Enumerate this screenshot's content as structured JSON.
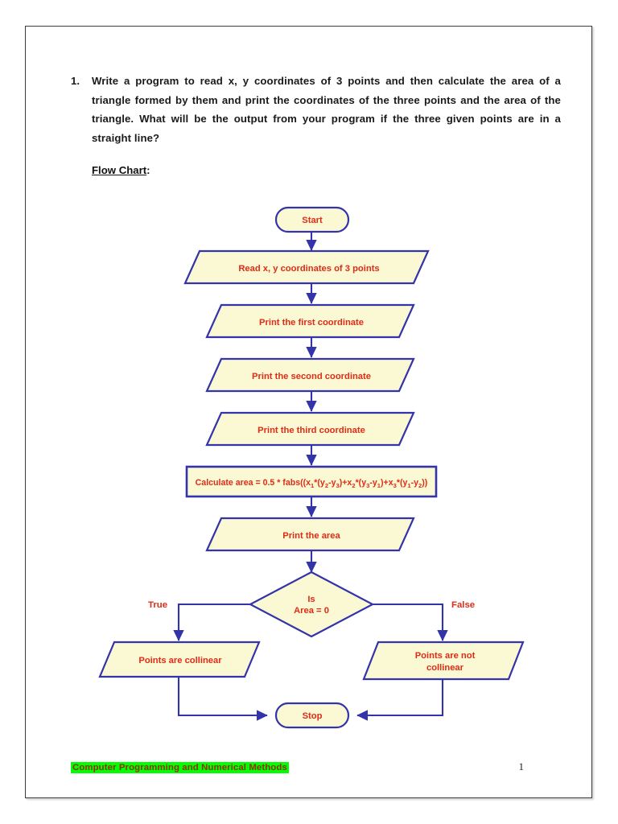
{
  "document": {
    "question": {
      "number": "1.",
      "text": "Write a program to read x, y coordinates of 3 points and then calculate the area of a triangle formed by them and print the coordinates of the three points and the area of the triangle. What will be the output from your program if the three given points are in a straight line?"
    },
    "section_label": "Flow Chart",
    "section_label_suffix": ":"
  },
  "flowchart": {
    "nodes": {
      "start": "Start",
      "read": "Read x, y coordinates of 3 points",
      "print_first": "Print the first coordinate",
      "print_second": "Print the second coordinate",
      "print_third": "Print the third coordinate",
      "calculate": {
        "prefix": "Calculate area = 0.5 * fabs((x",
        "s1": "1",
        "p1": "*(y",
        "s2": "2",
        "p2": "-y",
        "s3": "3",
        "p3": ")+x",
        "s4": "2",
        "p4": "*(y",
        "s5": "3",
        "p5": "-y",
        "s6": "1",
        "p6": ")+x",
        "s7": "3",
        "p7": "*(y",
        "s8": "1",
        "p8": "-y",
        "s9": "2",
        "p9": "))"
      },
      "print_area": "Print the area",
      "decision_line1": "Is",
      "decision_line2": "Area = 0",
      "collinear": "Points are collinear",
      "not_collinear_line1": "Points are not",
      "not_collinear_line2": "collinear",
      "stop": "Stop"
    },
    "edge_labels": {
      "true": "True",
      "false": "False"
    },
    "colors": {
      "node_fill": "#fbf8d4",
      "node_border": "#3333aa",
      "node_text": "#e02b16",
      "connector": "#3333aa"
    }
  },
  "footer": {
    "title": "Computer Programming and Numerical Methods",
    "page_number": "1",
    "highlight_color": "#00ff00",
    "text_color": "#9a2b05"
  }
}
